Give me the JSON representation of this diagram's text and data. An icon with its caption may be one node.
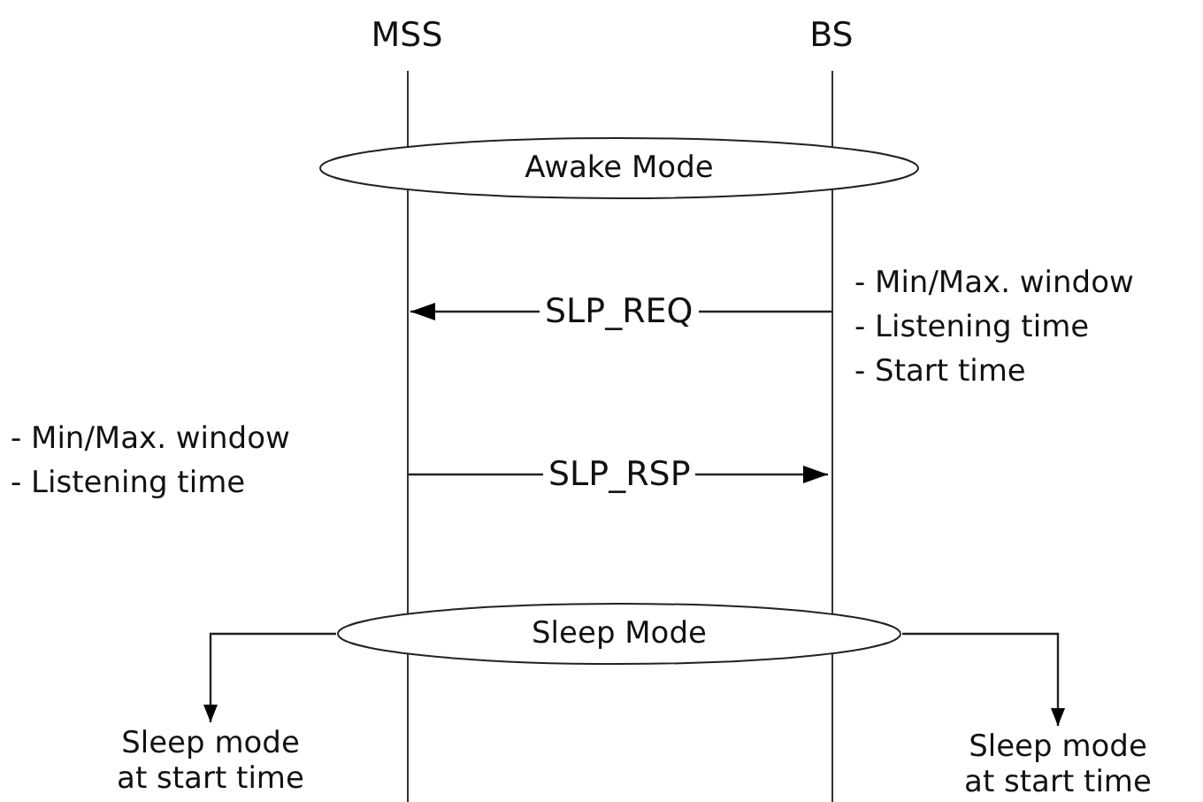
{
  "diagram": {
    "nodes": [
      {
        "text": [
          "MSS"
        ]
      },
      {
        "text": [
          "BS"
        ]
      },
      {
        "text": [
          "Awake Mode"
        ]
      },
      {
        "text": [
          "Sleep Mode"
        ]
      },
      {
        "text": [
          "Sleep mode at start time"
        ]
      },
      {
        "text": [
          "Sleep mode at start time"
        ]
      }
    ],
    "edges": [
      {
        "from": 1,
        "to": 0,
        "arrow": "to",
        "label": "SLP_REQ"
      },
      {
        "from": 0,
        "to": 1,
        "arrow": "to",
        "label": "SLP_RSP"
      },
      {
        "from": 3,
        "to": 4,
        "arrow": "to"
      },
      {
        "from": 3,
        "to": 5,
        "arrow": "to"
      }
    ],
    "labels": [
      "- Min/Max. window",
      "- Listening time",
      "- Start time",
      "- Min/Max. window",
      "- Listening time"
    ]
  }
}
